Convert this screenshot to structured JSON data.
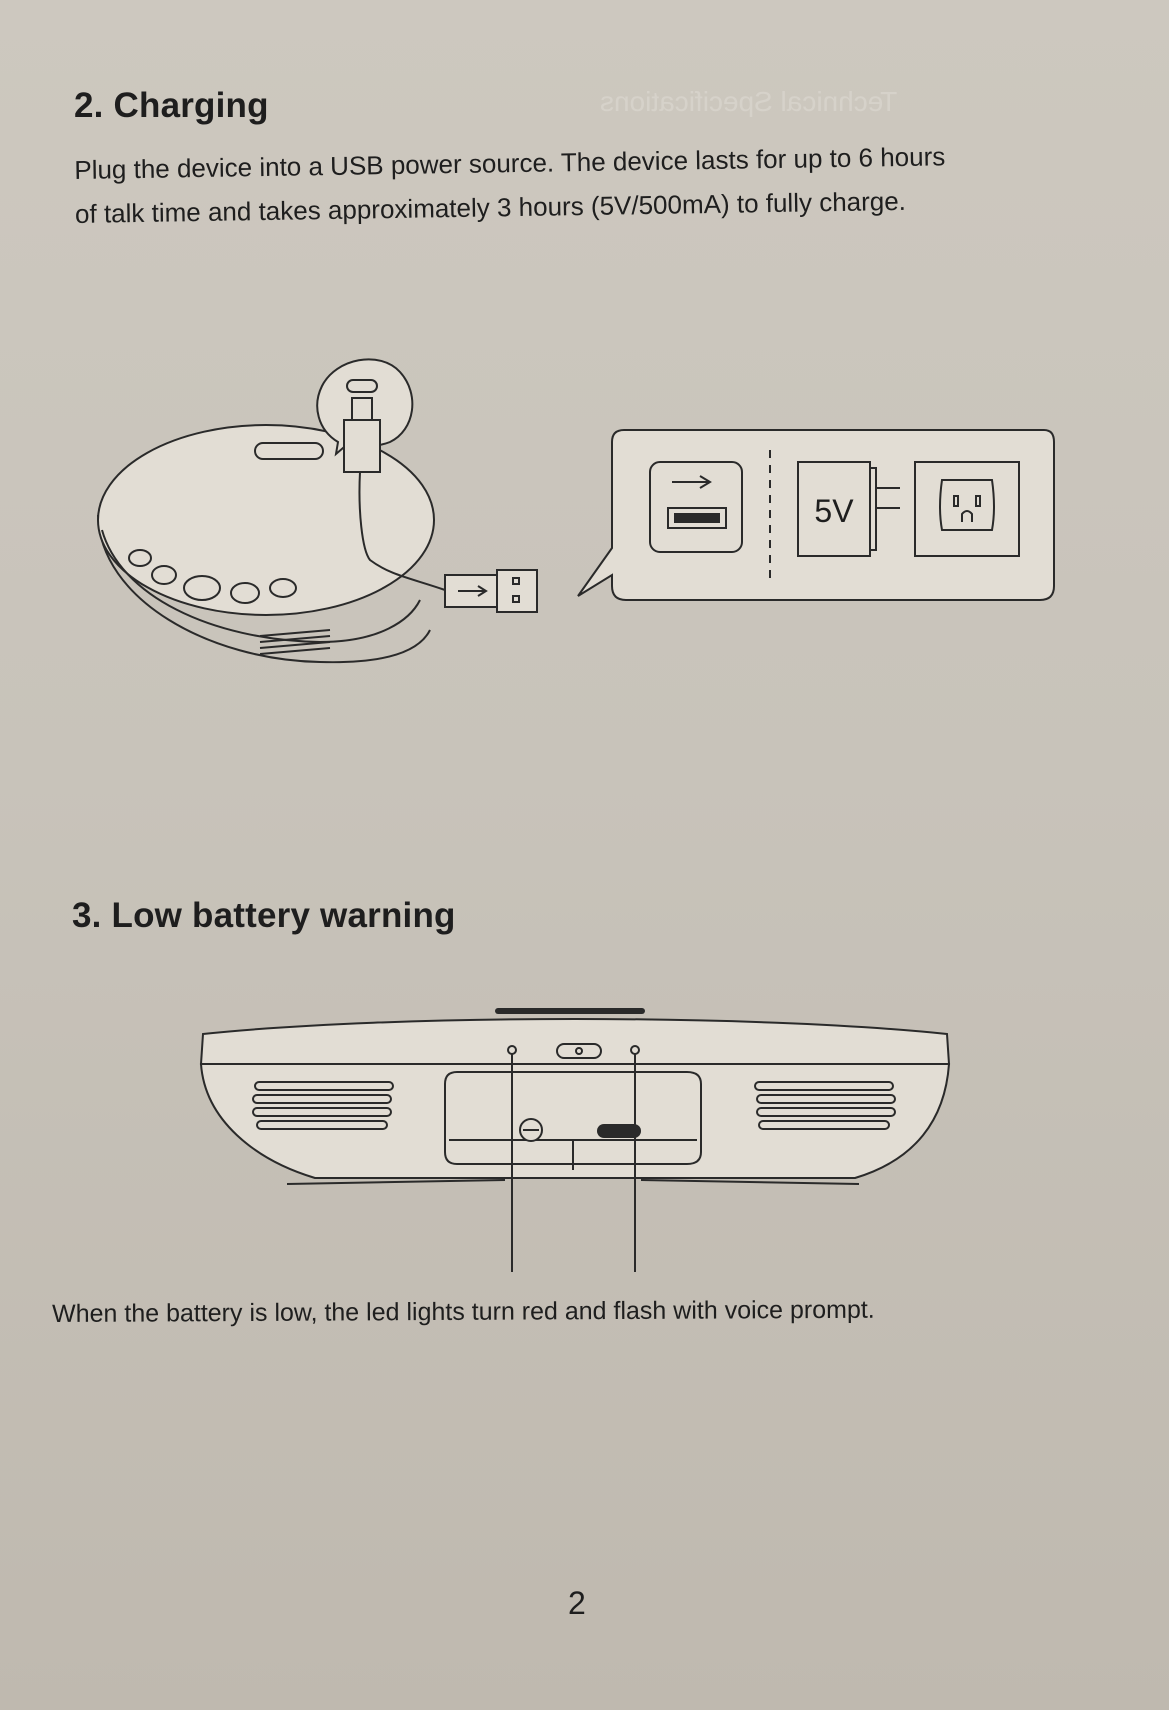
{
  "sections": {
    "charging": {
      "heading": "2. Charging",
      "line1": "Plug the device into a USB power source. The device lasts for up to 6 hours",
      "line2": "of talk time and takes approximately 3 hours (5V/500mA) to fully charge."
    },
    "low_battery": {
      "heading": "3. Low battery warning",
      "text": "When the battery is low, the led lights turn red and flash with voice prompt."
    }
  },
  "bleed_through": "Technical Specifications",
  "figure": {
    "adapter_label": "5V"
  },
  "page_number": "2"
}
